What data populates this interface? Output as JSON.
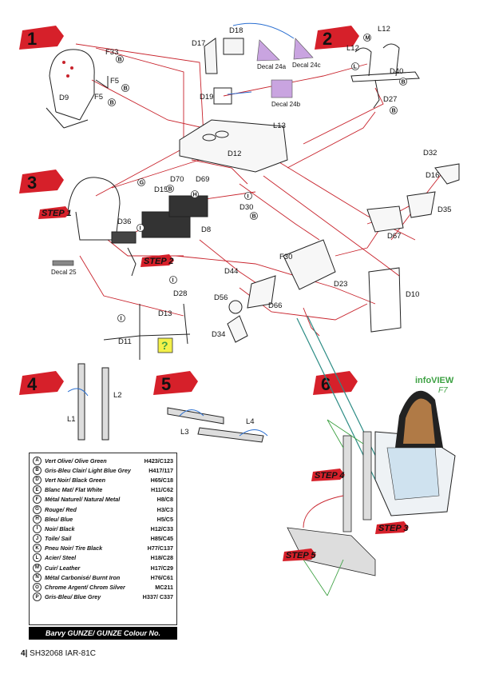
{
  "steps": [
    {
      "number": "1",
      "parts": [
        "F33",
        "F5",
        "F5",
        "D9"
      ],
      "paints": [
        "B",
        "B",
        "B"
      ]
    },
    {
      "number": "2",
      "parts": [
        "L12",
        "L12",
        "D40",
        "D27"
      ],
      "paints": [
        "M",
        "L",
        "B",
        "B"
      ]
    },
    {
      "number": "3",
      "parts": [
        "D15",
        "D70",
        "D69",
        "D36",
        "D8",
        "D30",
        "D28",
        "D13",
        "D11"
      ],
      "paints": [
        "G",
        "B",
        "H",
        "I",
        "I",
        "B",
        "I",
        "I"
      ]
    },
    {
      "number": "4",
      "parts": [
        "L1",
        "L2"
      ]
    },
    {
      "number": "5",
      "parts": [
        "L3",
        "L4"
      ]
    },
    {
      "number": "6",
      "parts": []
    }
  ],
  "upper_parts": {
    "d17": "D17",
    "d18": "D18",
    "d19": "D19",
    "l13": "L13",
    "d12": "D12",
    "d32": "D32",
    "d16": "D16",
    "d35": "D35",
    "d67": "D67",
    "f30": "F30",
    "d44": "D44",
    "d23": "D23",
    "d56": "D56",
    "d66": "D66",
    "d10": "D10",
    "d34": "D34"
  },
  "decals": {
    "d24a": "Decal 24a",
    "d24c": "Decal 24c",
    "d24b": "Decal 24b",
    "d25": "Decal 25"
  },
  "sub_steps": {
    "s3_1": "STEP 1",
    "s3_2": "STEP 2",
    "s6_4": "STEP 4",
    "s6_3": "STEP 3",
    "s6_5": "STEP 5"
  },
  "info_view": {
    "title": "infoVIEW",
    "ref": "F7"
  },
  "legend": {
    "rows": [
      {
        "letter": "A",
        "name": "Vert Olive/ Olive Green",
        "code": "H423/C123"
      },
      {
        "letter": "B",
        "name": "Gris-Bleu Clair/ Light Blue Grey",
        "code": "H417/117"
      },
      {
        "letter": "D",
        "name": "Vert Noir/ Black Green",
        "code": "H65/C18"
      },
      {
        "letter": "E",
        "name": "Blanc Mat/ Flat White",
        "code": "H11/C62"
      },
      {
        "letter": "F",
        "name": "Métal Naturel/ Natural Metal",
        "code": "H8/C8"
      },
      {
        "letter": "G",
        "name": "Rouge/ Red",
        "code": "H3/C3"
      },
      {
        "letter": "H",
        "name": "Bleu/ Blue",
        "code": "H5/C5"
      },
      {
        "letter": "I",
        "name": "Noir/ Black",
        "code": "H12/C33"
      },
      {
        "letter": "J",
        "name": "Toile/ Sail",
        "code": "H85/C45"
      },
      {
        "letter": "K",
        "name": "Pneu Noir/ Tire Black",
        "code": "H77/C137"
      },
      {
        "letter": "L",
        "name": "Acier/ Steel",
        "code": "H18/C28"
      },
      {
        "letter": "M",
        "name": "Cuir/ Leather",
        "code": "H17/C29"
      },
      {
        "letter": "N",
        "name": "Métal Carbonisé/ Burnt Iron",
        "code": "H76/C61"
      },
      {
        "letter": "O",
        "name": "Chrome Argent/ Chrom Silver",
        "code": "MC211"
      },
      {
        "letter": "P",
        "name": "Gris-Bleu/ Blue Grey",
        "code": "H337/ C337"
      }
    ],
    "footer": "Barvy GUNZE/ GUNZE Colour No."
  },
  "footer": {
    "page": "4",
    "separator": "|",
    "code": "SH32068",
    "model": "IAR-81C"
  },
  "colors": {
    "step_badge": "#d6202a",
    "leader_line": "#c8232c",
    "accent_green": "#3da143",
    "teal_line": "#2c8c85",
    "decal_purple": "#c9a4e0",
    "hint_yellow": "#f3f04a"
  }
}
